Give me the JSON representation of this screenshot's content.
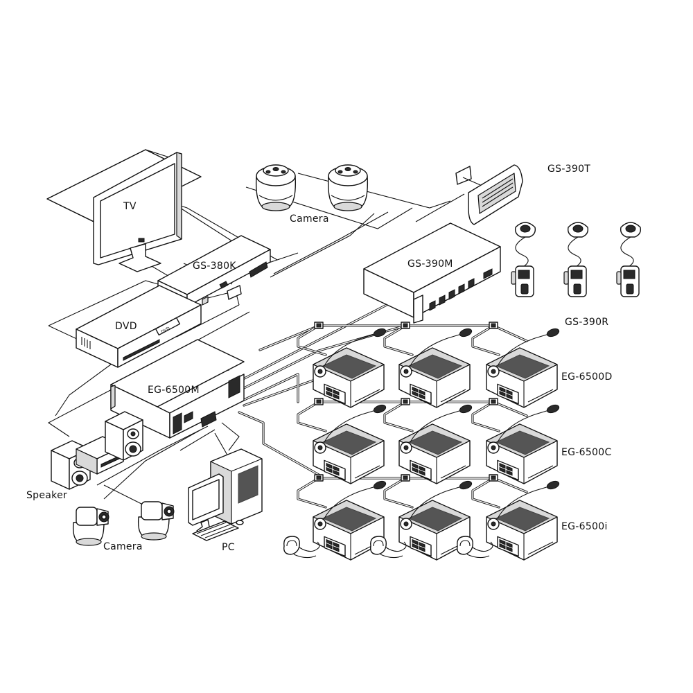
{
  "labels": {
    "tv": "TV",
    "camera_top": "Camera",
    "gs390t": "GS-390T",
    "gs380k": "GS-380K",
    "gs390m": "GS-390M",
    "dvd": "DVD",
    "dvd_badge": "DVD",
    "eg6500m": "EG-6500M",
    "gs390r": "GS-390R",
    "eg6500d": "EG-6500D",
    "eg6500c": "EG-6500C",
    "eg6500i": "EG-6500i",
    "speaker": "Speaker",
    "camera_bottom": "Camera",
    "pc": "PC"
  }
}
